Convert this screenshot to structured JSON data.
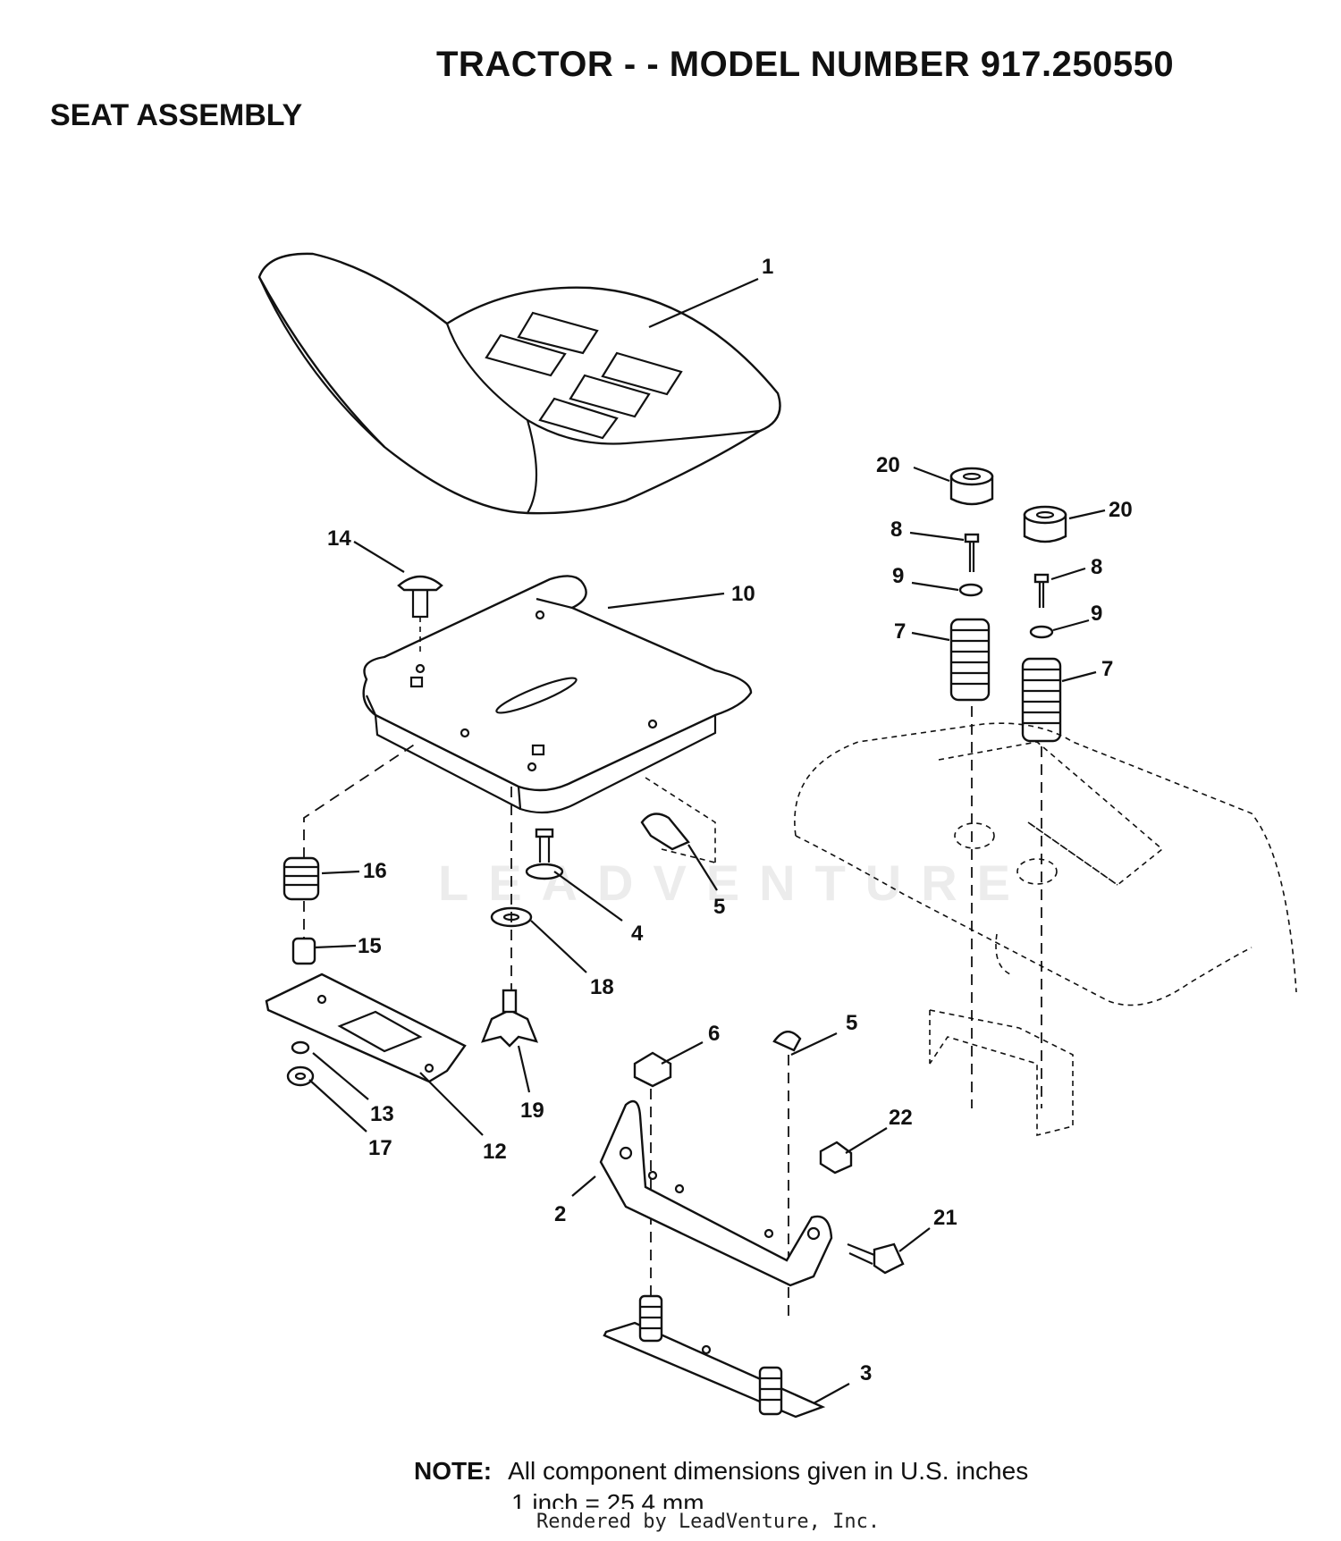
{
  "header": {
    "title": "TRACTOR - - MODEL NUMBER 917.250550",
    "subtitle": "SEAT ASSEMBLY"
  },
  "watermark": "LEADVENTURE",
  "callouts": [
    "1",
    "2",
    "3",
    "4",
    "5",
    "5",
    "6",
    "7",
    "7",
    "8",
    "8",
    "9",
    "9",
    "10",
    "12",
    "13",
    "14",
    "15",
    "16",
    "17",
    "18",
    "19",
    "20",
    "20",
    "21",
    "22"
  ],
  "note": {
    "label": "NOTE:",
    "line1": "All component dimensions given in U.S. inches",
    "line2": "1 inch = 25.4 mm"
  },
  "footer": "Rendered by LeadVenture, Inc."
}
